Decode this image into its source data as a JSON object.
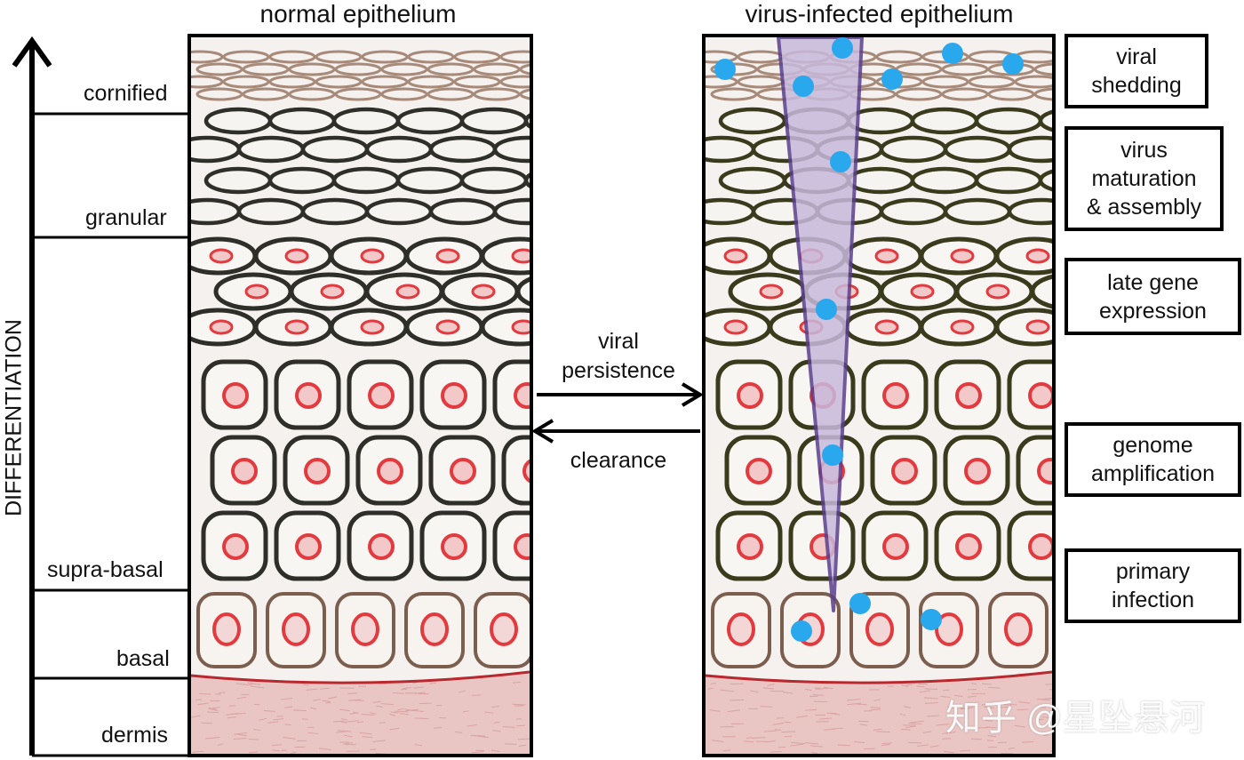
{
  "titles": {
    "left": "normal epithelium",
    "right": "virus-infected epithelium"
  },
  "axis_label": "DIFFERENTIATION",
  "layers": {
    "cornified": "cornified",
    "granular": "granular",
    "supra_basal": "supra-basal",
    "basal": "basal",
    "dermis": "dermis"
  },
  "arrows": {
    "forward": [
      "viral",
      "persistence"
    ],
    "back": "clearance"
  },
  "stages": [
    [
      "viral",
      "shedding"
    ],
    [
      "virus",
      "maturation",
      "& assembly"
    ],
    [
      "late gene",
      "expression"
    ],
    [
      "genome",
      "amplification"
    ],
    [
      "primary",
      "infection"
    ]
  ],
  "watermark": "知乎 @星坠悬河",
  "colors": {
    "virus": "#29a8ee",
    "nucleus": "#e23a3f",
    "cell_outline": "#2f2f2a",
    "infected_outline": "#3a3a1c",
    "cornified": "#a78a79",
    "basal_outline": "#7b5e4e",
    "dermis": "#e9c6c4",
    "wedge_fill": "#c7b9dc",
    "wedge_edge": "#5a3f8c"
  }
}
